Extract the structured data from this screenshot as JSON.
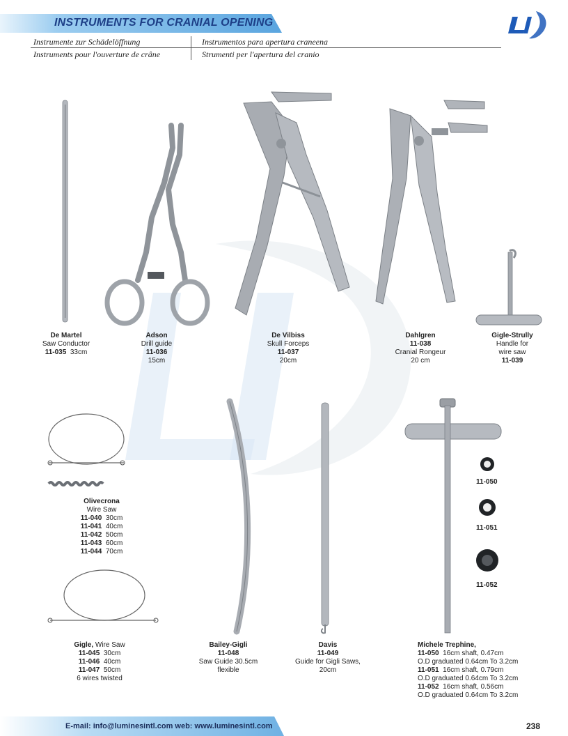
{
  "header": {
    "title": "INSTRUMENTS FOR CRANIAL OPENING",
    "subtitles": {
      "de": "Instrumente zur Schädelöffnung",
      "fr": "Instruments pour l'ouverture de crâne",
      "es": "Instrumentos para apertura craneena",
      "it": "Strumenti per l'apertura del cranio"
    },
    "logo_text": "LI"
  },
  "products": {
    "de_martel": {
      "name": "De Martel",
      "desc": "Saw Conductor",
      "code": "11-035",
      "size": "33cm"
    },
    "adson": {
      "name": "Adson",
      "desc": "Drill guide",
      "code": "11-036",
      "size": "15cm"
    },
    "de_vilbiss": {
      "name": "De Vilbiss",
      "desc": "Skull Forceps",
      "code": "11-037",
      "size": "20cm"
    },
    "dahlgren": {
      "name": "Dahlgren",
      "code": "11-038",
      "desc": "Cranial Rongeur",
      "size": "20 cm"
    },
    "gigle_strully": {
      "name": "Gigle-Strully",
      "desc1": "Handle for",
      "desc2": "wire saw",
      "code": "11-039"
    },
    "olivecrona": {
      "name": "Olivecrona",
      "desc": "Wire Saw",
      "items": [
        {
          "code": "11-040",
          "size": "30cm"
        },
        {
          "code": "11-041",
          "size": "40cm"
        },
        {
          "code": "11-042",
          "size": "50cm"
        },
        {
          "code": "11-043",
          "size": "60cm"
        },
        {
          "code": "11-044",
          "size": "70cm"
        }
      ]
    },
    "gigle": {
      "name": "Gigle,",
      "desc": "Wire Saw",
      "items": [
        {
          "code": "11-045",
          "size": "30cm"
        },
        {
          "code": "11-046",
          "size": "40cm"
        },
        {
          "code": "11-047",
          "size": "50cm"
        }
      ],
      "note": "6 wires twisted"
    },
    "bailey_gigli": {
      "name": "Bailey-Gigli",
      "code": "11-048",
      "desc": "Saw Guide 30.5cm",
      "note": "flexible"
    },
    "davis": {
      "name": "Davis",
      "code": "11-049",
      "desc": "Guide for Gigli Saws,",
      "size": "20cm"
    },
    "michele": {
      "name": "Michele Trephine,",
      "items": [
        {
          "code": "11-050",
          "spec": "16cm shaft, 0.47cm",
          "od": "O.D graduated 0.64cm To 3.2cm"
        },
        {
          "code": "11-051",
          "spec": "16cm shaft, 0.79cm",
          "od": "O.D graduated 0.64cm To 3.2cm"
        },
        {
          "code": "11-052",
          "spec": "16cm shaft, 0.56cm",
          "od": "O.D graduated 0.64cm To 3.2cm"
        }
      ],
      "tip_labels": [
        "11-050",
        "11-051",
        "11-052"
      ]
    }
  },
  "footer": {
    "contact": "E-mail: info@luminesintl.com  web: www.luminesintl.com",
    "page": "238"
  },
  "colors": {
    "header_blue": "#6fb1e3",
    "title_text": "#1d3f87",
    "logo_blue": "#1e5bb8",
    "steel": "#a9adb3"
  },
  "icons": [
    "logo-icon",
    "instrument-image"
  ]
}
